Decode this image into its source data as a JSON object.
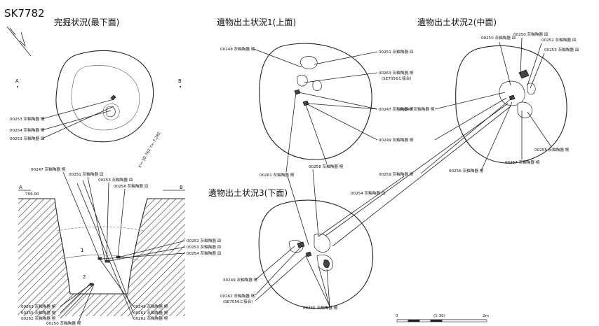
{
  "feature_id": "SK7782",
  "titles": {
    "bottom_plan": "完掘状況(最下面)",
    "upper": "遺物出土状況1(上面)",
    "middle": "遺物出土状況2(中面)",
    "lower": "遺物出土状況3(下面)"
  },
  "section": {
    "point_a": "A",
    "point_b": "B",
    "elevation": "709.00",
    "layer_1": "1",
    "layer_2": "2"
  },
  "bottom_plan_labels": [
    "00253 灰釉陶器 椀",
    "00254 灰釉陶器 椀",
    "00253 灰釉陶器 皿"
  ],
  "grid_note": "X=-30,762 Y=-7,282",
  "section_top_labels": [
    "00247 灰釉陶器 椀",
    "00251 灰釉陶器 皿",
    "00253 灰釉陶器 皿",
    "00258 灰釉陶器 皿"
  ],
  "section_right_labels": [
    "00252 灰釉陶器 皿",
    "00253 灰釉陶器 皿",
    "00254 灰釉陶器 皿"
  ],
  "section_bottom_left_labels": [
    "00263 灰釉陶器 椀",
    "00255 灰釉陶器 椀",
    "00262 灰釉陶器 椀",
    "00250 灰釉陶器 椀"
  ],
  "section_bottom_right_labels": [
    "00249 灰釉陶器 椀",
    "00261 灰釉陶器 椀",
    "00262 灰釉陶器 椀"
  ],
  "upper_labels": {
    "left_top": "00248 灰釉陶器 椀",
    "right": [
      "00251 灰釉陶器 皿",
      "00263 灰釉陶器 椀",
      "(SE7056と接合)",
      "00247 灰釉陶器 椀",
      "00249 灰釉陶器 椀"
    ],
    "below": [
      "00261 灰釉陶器 椀",
      "00258 灰釉陶器 椀"
    ]
  },
  "middle_labels": {
    "top": [
      "00250 灰釉陶器 皿",
      "00250 灰釉陶器 皿",
      "00252 灰釉陶器 皿",
      "00253 灰釉陶器 皿"
    ],
    "right": [
      "00255 灰釉陶器 椀",
      "00257 灰釉陶器 椀"
    ],
    "left": [
      "00259 灰釉陶器 椀",
      "00256 灰釉陶器 椀",
      "00254 灰釉陶器 皿"
    ]
  },
  "lower_labels": {
    "left": [
      "00249 灰釉陶器 椀",
      "00262 灰釉陶器 椀",
      "(SE7056と接合)"
    ],
    "bottom": "00265 灰釉陶器 椀"
  },
  "scale": {
    "left": "0",
    "middle": "(1:30)",
    "right": "2m"
  }
}
